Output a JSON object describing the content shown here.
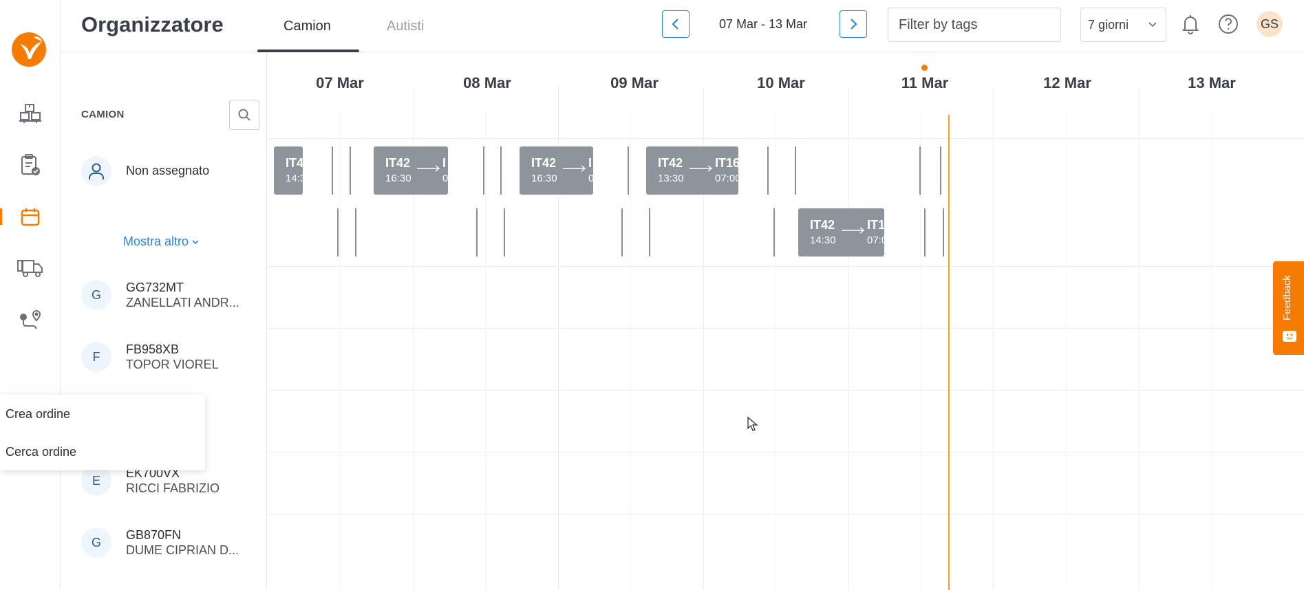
{
  "header": {
    "title": "Organizzatore",
    "tabs": [
      {
        "label": "Camion",
        "active": true
      },
      {
        "label": "Autisti",
        "active": false
      }
    ],
    "date_range": "07 Mar - 13 Mar",
    "tag_filter_placeholder": "Filter by tags",
    "days_select": "7 giorni",
    "avatar_initials": "GS"
  },
  "sidebar_nav": [
    {
      "icon": "warehouse-icon",
      "active": false
    },
    {
      "icon": "clipboard-check-icon",
      "active": false
    },
    {
      "icon": "calendar-icon",
      "active": true
    },
    {
      "icon": "trucks-icon",
      "active": false
    },
    {
      "icon": "route-icon",
      "active": false
    }
  ],
  "resources": {
    "heading": "CAMION",
    "unassigned_label": "Non assegnato",
    "show_more": "Mostra altro",
    "trucks": [
      {
        "initial": "G",
        "plate": "GG732MT",
        "driver": "ZANELLATI ANDR..."
      },
      {
        "initial": "F",
        "plate": "FB958XB",
        "driver": "TOPOR VIOREL"
      },
      {
        "initial": "E",
        "plate": "EK700VX",
        "driver": "RICCI FABRIZIO"
      },
      {
        "initial": "G",
        "plate": "GB870FN",
        "driver": "DUME CIPRIAN D..."
      }
    ]
  },
  "calendar": {
    "days": [
      "07 Mar",
      "08 Mar",
      "09 Mar",
      "10 Mar",
      "11 Mar",
      "12 Mar",
      "13 Mar"
    ],
    "today": "11 Mar",
    "orders": [
      {
        "from": "IT4",
        "to": "",
        "time_from": "14:3",
        "time_to": ""
      },
      {
        "from": "IT42",
        "to": "I",
        "time_from": "16:30",
        "time_to": "0"
      },
      {
        "from": "IT42",
        "to": "I",
        "time_from": "16:30",
        "time_to": "0"
      },
      {
        "from": "IT42",
        "to": "IT16",
        "time_from": "13:30",
        "time_to": "07:00"
      },
      {
        "from": "IT42",
        "to": "IT1",
        "time_from": "14:30",
        "time_to": "07:0"
      }
    ]
  },
  "context_menu": [
    "Crea ordine",
    "Cerca ordine"
  ],
  "feedback_label": "Feedback",
  "colors": {
    "accent": "#f57c00",
    "link": "#2b85d8",
    "order": "#8e949c"
  }
}
